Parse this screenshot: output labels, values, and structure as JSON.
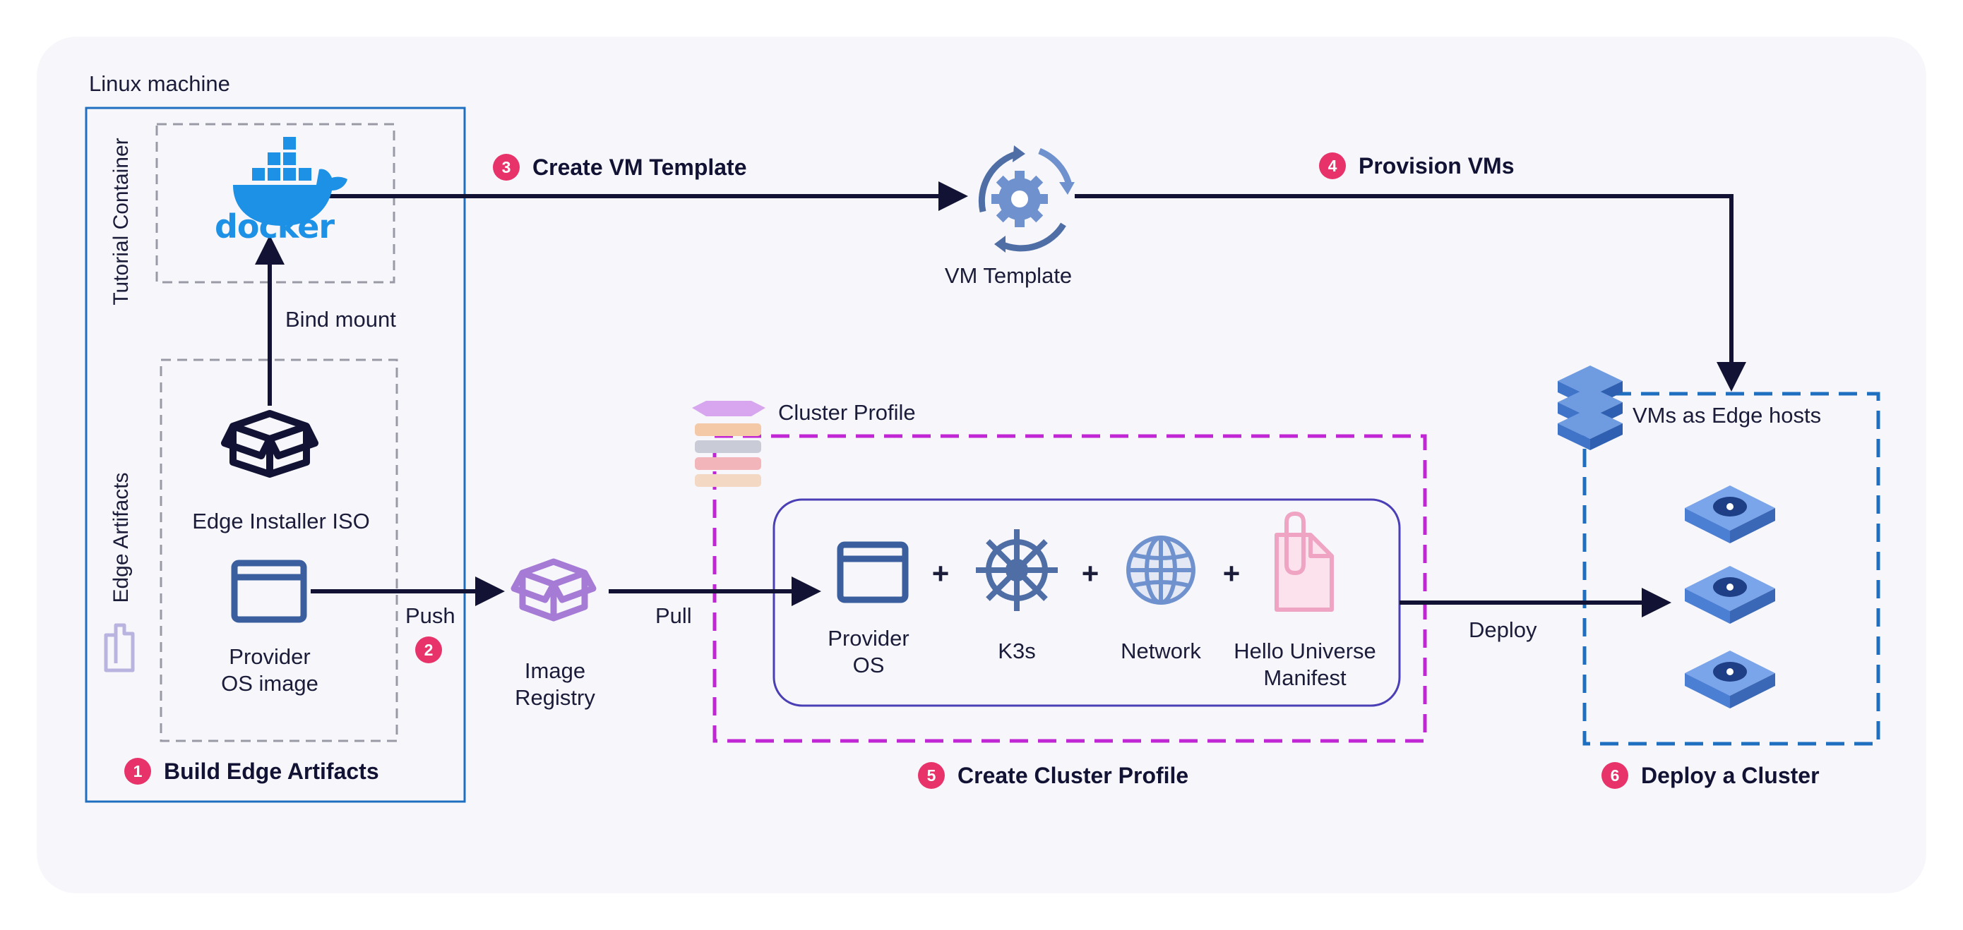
{
  "linux_machine": "Linux machine",
  "tutorial_container": "Tutorial Container",
  "edge_artifacts": "Edge Artifacts",
  "docker_logo": "docker",
  "bind_mount": "Bind mount",
  "edge_installer_iso": "Edge Installer ISO",
  "provider_os_image": {
    "line1": "Provider",
    "line2": "OS image"
  },
  "push": "Push",
  "pull": "Pull",
  "image_registry": {
    "line1": "Image",
    "line2": "Registry"
  },
  "vm_template": "VM Template",
  "cluster_profile": "Cluster Profile",
  "vms_as_edge_hosts": "VMs as Edge hosts",
  "deploy": "Deploy",
  "profile_items": {
    "provider_os": {
      "line1": "Provider",
      "line2": "OS"
    },
    "k3s": "K3s",
    "network": "Network",
    "hello_universe": {
      "line1": "Hello Universe",
      "line2": "Manifest"
    },
    "plus": "+"
  },
  "steps": {
    "s1": {
      "num": "1",
      "label": "Build Edge Artifacts"
    },
    "s2": {
      "num": "2"
    },
    "s3": {
      "num": "3",
      "label": "Create VM Template"
    },
    "s4": {
      "num": "4",
      "label": "Provision VMs"
    },
    "s5": {
      "num": "5",
      "label": "Create Cluster Profile"
    },
    "s6": {
      "num": "6",
      "label": "Deploy a Cluster"
    }
  },
  "colors": {
    "navy": "#121334",
    "linux_box": "#1f6fc0",
    "cluster_dashed": "#c026d3",
    "cluster_inner": "#4b3fb5",
    "edge_hosts_dashed": "#1f6fc0",
    "badge": "#e8336a",
    "docker": "#1d91e6",
    "icon_blue": "#3b5f9e",
    "icon_light": "#6f92cf",
    "registry": "#a57bd6",
    "manifest": "#f0a4c4"
  },
  "icons": [
    "docker-icon",
    "package-icon",
    "browser-window-icon",
    "gear-cycle-icon",
    "server-stack-icon",
    "layer-stack-icon",
    "helm-wheel-icon",
    "globe-icon",
    "file-clip-icon",
    "edge-host-icon"
  ]
}
